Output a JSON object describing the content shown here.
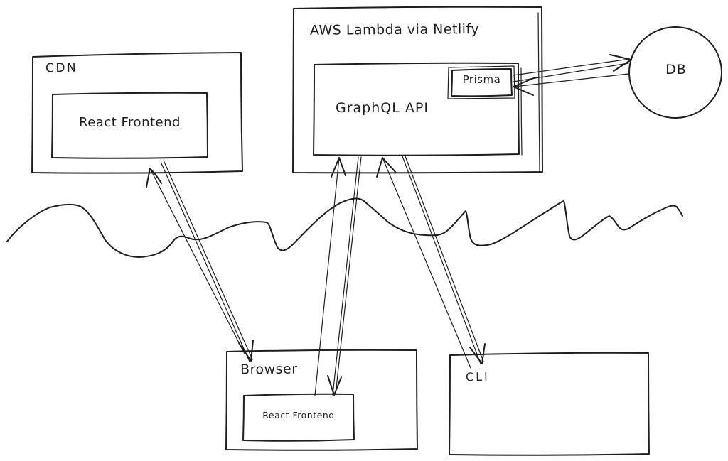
{
  "canvas": {
    "background": "#ffffff",
    "stroke_color": "#1e1e1e"
  },
  "nodes": {
    "cdn": {
      "label": "CDN",
      "shape": "rectangle"
    },
    "cdn_react_frontend": {
      "label": "React Frontend",
      "shape": "rectangle",
      "inside": "cdn"
    },
    "aws_lambda": {
      "label": "AWS Lambda via Netlify",
      "shape": "rectangle"
    },
    "graphql_api": {
      "label": "GraphQL API",
      "shape": "rectangle",
      "inside": "aws_lambda"
    },
    "prisma": {
      "label": "Prisma",
      "shape": "rectangle",
      "inside": "graphql_api"
    },
    "db": {
      "label": "DB",
      "shape": "circle"
    },
    "browser": {
      "label": "Browser",
      "shape": "rectangle"
    },
    "browser_react_frontend": {
      "label": "React Frontend",
      "shape": "rectangle",
      "inside": "browser"
    },
    "cli": {
      "label": "CLI",
      "shape": "rectangle"
    }
  },
  "edges": [
    {
      "from": "browser",
      "to": "cdn",
      "direction": "both"
    },
    {
      "from": "browser_react_frontend",
      "to": "graphql_api",
      "direction": "both"
    },
    {
      "from": "cli",
      "to": "graphql_api",
      "direction": "both"
    },
    {
      "from": "prisma",
      "to": "db",
      "direction": "both"
    }
  ],
  "divider": {
    "style": "hand-drawn wavy horizontal line separating cloud services (top) from clients (bottom)"
  }
}
